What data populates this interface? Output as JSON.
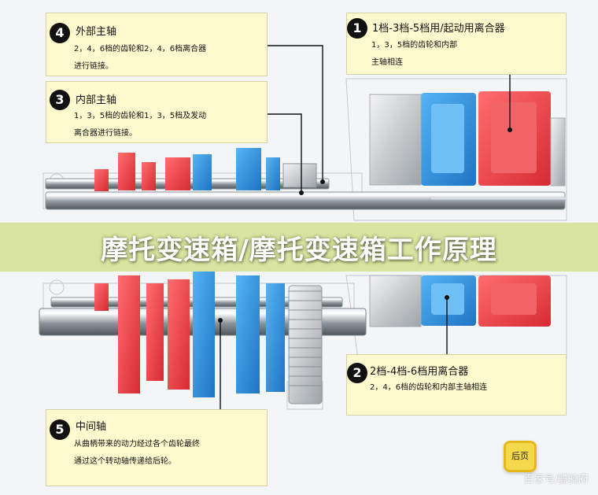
{
  "banner": {
    "title": "摩托变速箱/摩托变速箱工作原理"
  },
  "callouts": [
    {
      "id": "4",
      "title": "外部主轴",
      "text": "2，4，6档的齿轮和2，4，6档离合器\n进行链接。"
    },
    {
      "id": "3",
      "title": "内部主轴",
      "text": "1，3，5档的齿轮和1，3，5档及发动\n离合器进行链接。"
    },
    {
      "id": "1",
      "title": "1档-3档-5档用/起动用离合器",
      "text": "1，3，5档的齿轮和内部\n主轴相连"
    },
    {
      "id": "2",
      "title": "2档-4档-6档用离合器",
      "text": "2，4，6档的齿轮和内部主轴相连"
    },
    {
      "id": "5",
      "title": "中间轴",
      "text": "从曲柄带来的动力经过各个齿轮最终\n通过这个转动轴传递给后轮。"
    }
  ],
  "navigation": {
    "back_label": "后页"
  },
  "watermark": {
    "text": "百家号/骠骑府"
  },
  "colors": {
    "odd_gears": "#e83a3f",
    "even_gears": "#2d8fd6",
    "shaft": "#8f969d",
    "callout": "#fff9cf",
    "banner": "#cdde7d"
  }
}
